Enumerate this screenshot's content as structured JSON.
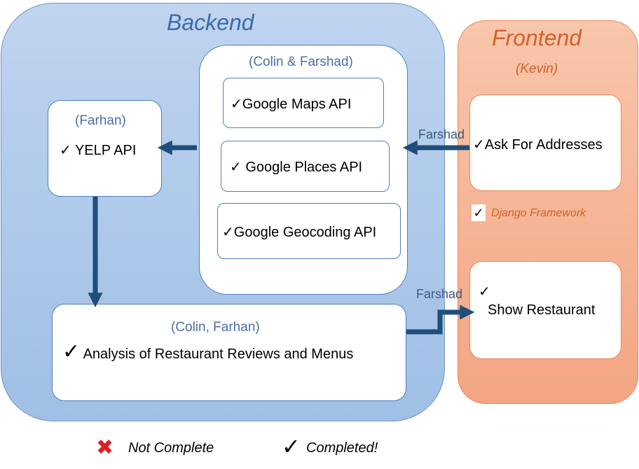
{
  "backend": {
    "title": "Backend",
    "apis_group": {
      "owner": "(Colin & Farshad)",
      "items": [
        {
          "check": "✓",
          "label": "Google Maps API"
        },
        {
          "check": "✓",
          "label": "Google Places API"
        },
        {
          "check": "✓",
          "label": "Google Geocoding API"
        }
      ]
    },
    "yelp": {
      "owner": "(Farhan)",
      "check": "✓",
      "label": "YELP API"
    },
    "analysis": {
      "owner": "(Colin, Farhan)",
      "check": "✓",
      "label": "Analysis of Restaurant Reviews and Menus"
    }
  },
  "frontend": {
    "title": "Frontend",
    "owner": "(Kevin)",
    "ask": {
      "check": "✓",
      "label": "Ask For Addresses"
    },
    "django": {
      "check": "✓",
      "label": "Django Framework"
    },
    "show": {
      "check": "✓",
      "label": "Show Restaurant"
    }
  },
  "connectors": {
    "top_label": "Farshad",
    "bottom_label": "Farshad"
  },
  "legend": {
    "not_complete_icon": "✖",
    "not_complete_label": "Not Complete",
    "completed_icon": "✓",
    "completed_label": "Completed!"
  },
  "colors": {
    "backend_fill": "#a9c5ea",
    "frontend_fill": "#f5b393",
    "arrow": "#1f4e79",
    "not_complete": "#e02020"
  }
}
